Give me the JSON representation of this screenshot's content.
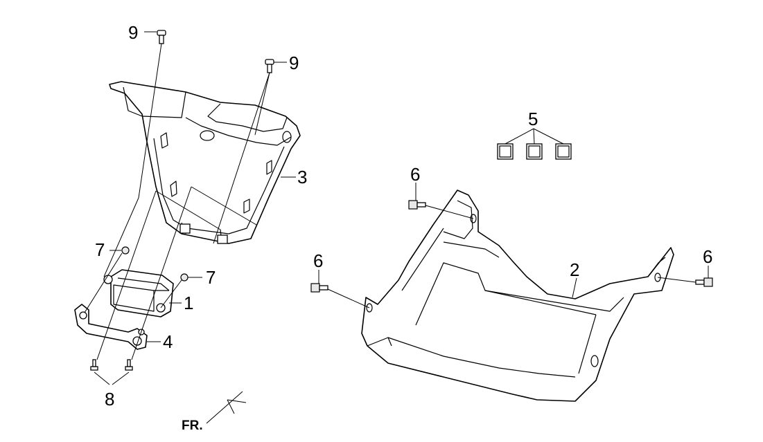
{
  "callouts": {
    "c1": "1",
    "c2": "2",
    "c3": "3",
    "c4": "4",
    "c5": "5",
    "c6a": "6",
    "c6b": "6",
    "c6c": "6",
    "c7a": "7",
    "c7b": "7",
    "c8": "8",
    "c9a": "9",
    "c9b": "9"
  },
  "direction_label": "FR."
}
